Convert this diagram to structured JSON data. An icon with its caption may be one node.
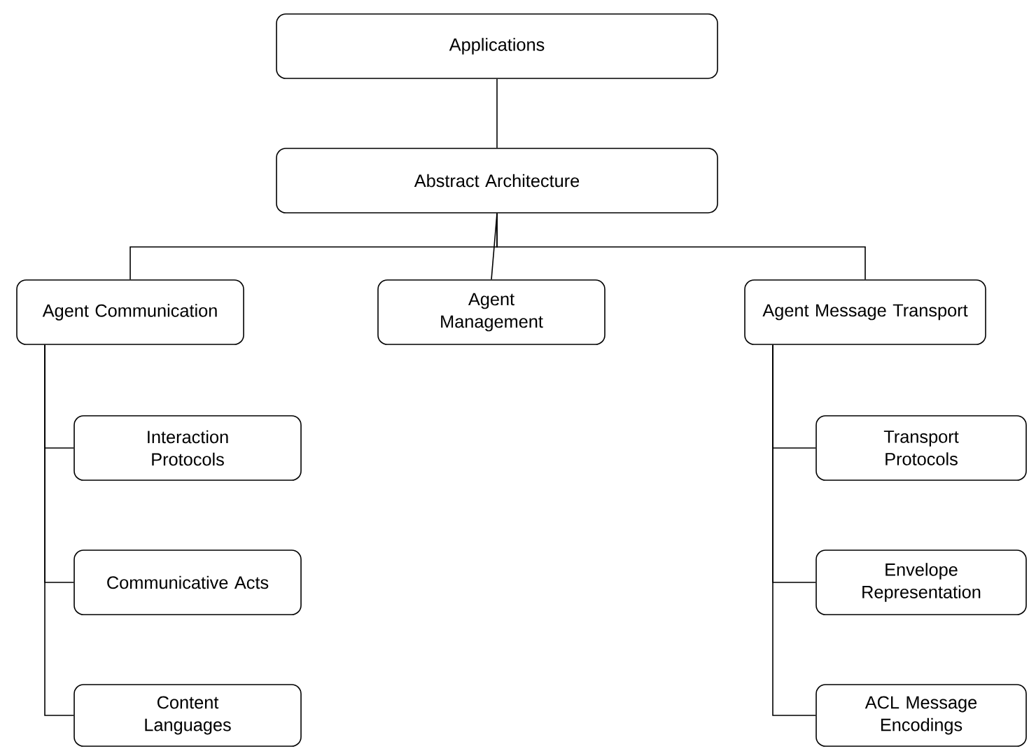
{
  "diagram": {
    "nodes": [
      {
        "text": [
          "Applications"
        ]
      },
      {
        "text": [
          "Abstract Architecture"
        ]
      },
      {
        "text": [
          "Agent Communication"
        ]
      },
      {
        "text": [
          "Agent Management"
        ]
      },
      {
        "text": [
          "Agent Message Transport"
        ]
      },
      {
        "text": [
          "Interaction Protocols"
        ]
      },
      {
        "text": [
          "Communicative Acts"
        ]
      },
      {
        "text": [
          "Content Languages"
        ]
      },
      {
        "text": [
          "Transport Protocols"
        ]
      },
      {
        "text": [
          "Envelope Representation"
        ]
      },
      {
        "text": [
          "ACL Message Encodings"
        ]
      }
    ],
    "edges": [
      {
        "from": 0,
        "to": 1,
        "arrow": "none"
      },
      {
        "from": 1,
        "to": 2,
        "arrow": "none"
      },
      {
        "from": 1,
        "to": 3,
        "arrow": "none"
      },
      {
        "from": 1,
        "to": 4,
        "arrow": "none"
      },
      {
        "from": 2,
        "to": 5,
        "arrow": "none"
      },
      {
        "from": 2,
        "to": 6,
        "arrow": "none"
      },
      {
        "from": 2,
        "to": 7,
        "arrow": "none"
      },
      {
        "from": 4,
        "to": 8,
        "arrow": "none"
      },
      {
        "from": 4,
        "to": 9,
        "arrow": "none"
      },
      {
        "from": 4,
        "to": 10,
        "arrow": "none"
      }
    ]
  }
}
